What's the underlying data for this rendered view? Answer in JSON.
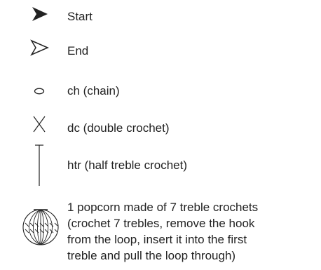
{
  "legend": {
    "items": [
      {
        "symbol": "filled-arrowhead-icon",
        "label": "Start"
      },
      {
        "symbol": "outline-arrowhead-icon",
        "label": "End"
      },
      {
        "symbol": "oval-icon",
        "label": "ch (chain)"
      },
      {
        "symbol": "x-cross-icon",
        "label": "dc (double crochet)"
      },
      {
        "symbol": "t-stitch-icon",
        "label": "htr (half treble crochet)"
      },
      {
        "symbol": "popcorn-icon",
        "label": "1 popcorn made of 7 treble crochets\n(crochet 7 trebles, remove the hook\nfrom the loop, insert it into the first\ntreble and pull the loop through)"
      }
    ]
  },
  "colors": {
    "ink": "#222222",
    "background": "#ffffff"
  }
}
